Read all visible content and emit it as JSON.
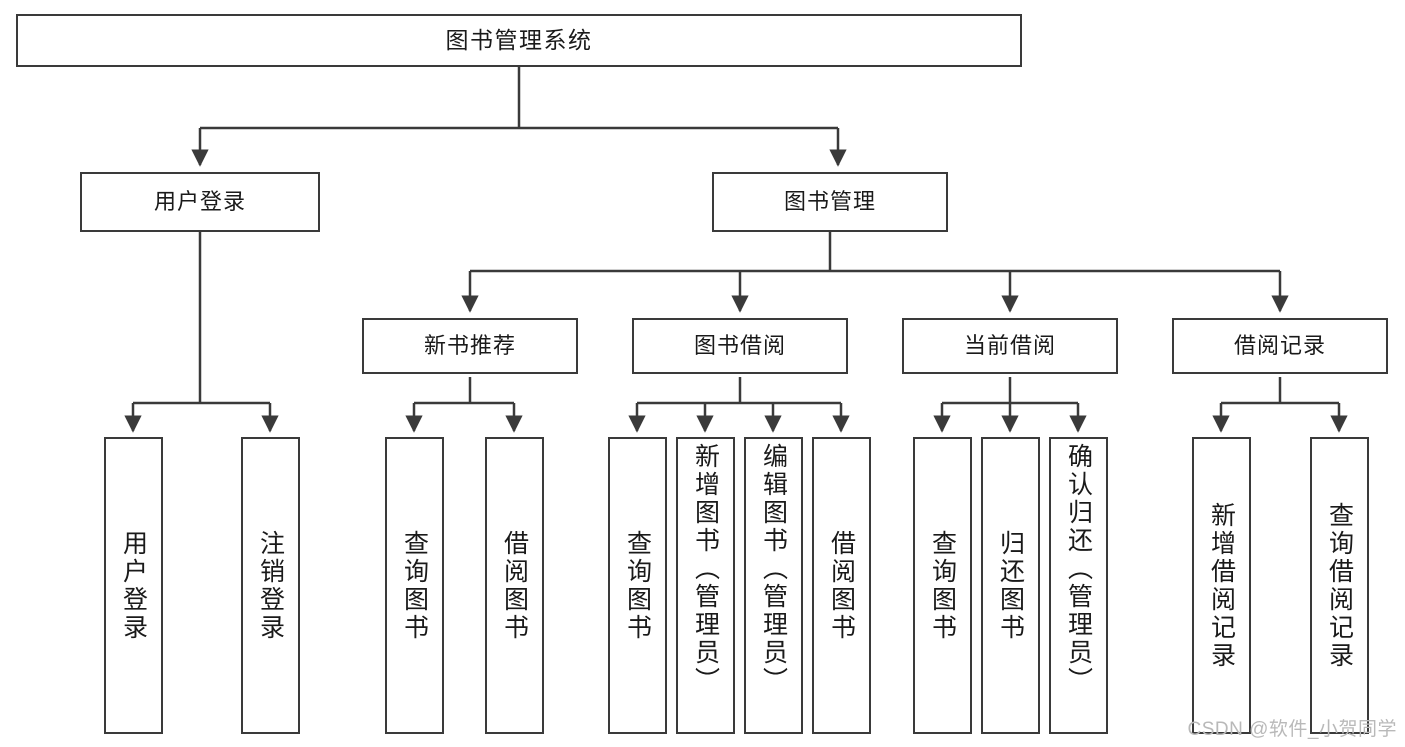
{
  "diagram": {
    "title": "图书管理系统",
    "watermark": "CSDN @软件_小贺同学",
    "line_color": "#3a3a3a",
    "background_color": "#ffffff",
    "text_color": "#1a1a1a",
    "watermark_color": "#b9b9b9",
    "levels": {
      "root": {
        "label": "图书管理系统"
      },
      "level2": [
        {
          "label": "用户登录"
        },
        {
          "label": "图书管理"
        }
      ],
      "level3": [
        {
          "label": "新书推荐"
        },
        {
          "label": "图书借阅"
        },
        {
          "label": "当前借阅"
        },
        {
          "label": "借阅记录"
        }
      ],
      "leaves": {
        "user_login": [
          {
            "label": "用户登录"
          },
          {
            "label": "注销登录"
          }
        ],
        "new_book_recommend": [
          {
            "label": "查询图书"
          },
          {
            "label": "借阅图书"
          }
        ],
        "book_borrow": [
          {
            "label": "查询图书"
          },
          {
            "label": "新增图书（管理员）"
          },
          {
            "label": "编辑图书（管理员）"
          },
          {
            "label": "借阅图书"
          }
        ],
        "current_borrow": [
          {
            "label": "查询图书"
          },
          {
            "label": "归还图书"
          },
          {
            "label": "确认归还（管理员）"
          }
        ],
        "borrow_record": [
          {
            "label": "新增借阅记录"
          },
          {
            "label": "查询借阅记录"
          }
        ]
      }
    }
  }
}
